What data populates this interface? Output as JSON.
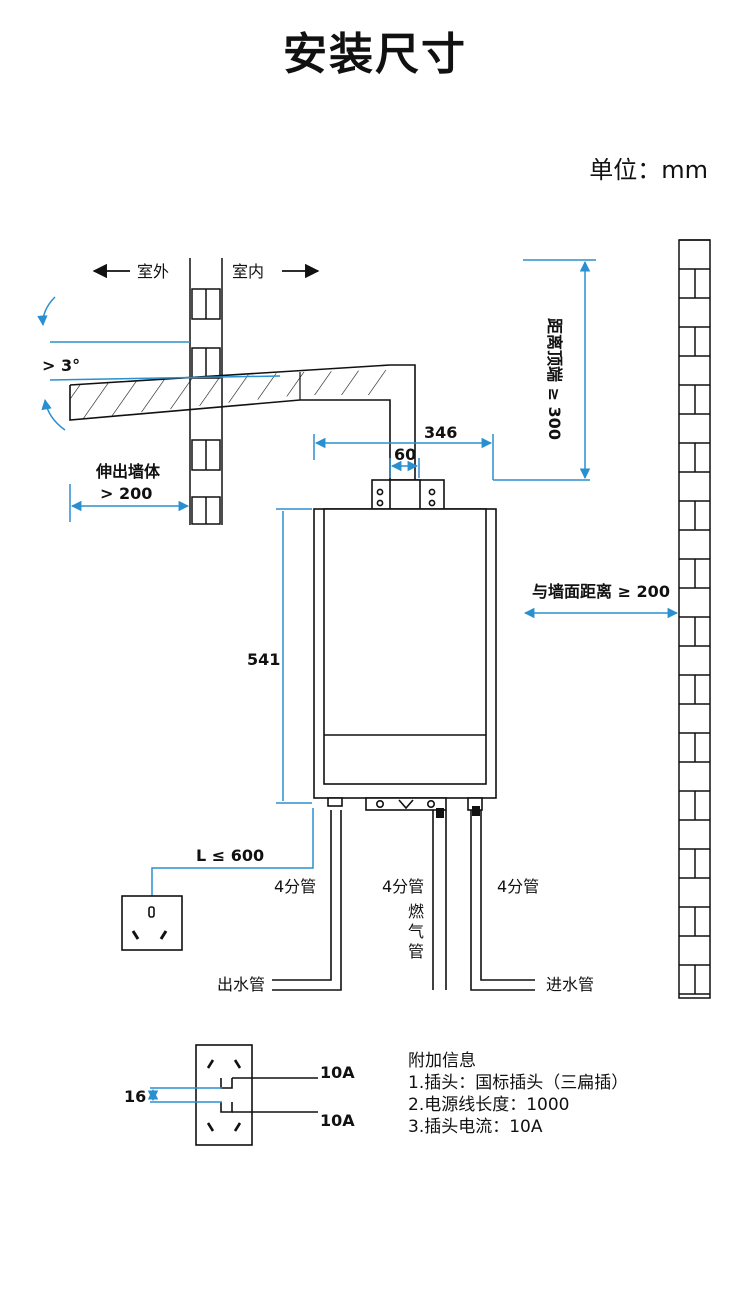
{
  "title": "安装尺寸",
  "unit": "单位：mm",
  "labels": {
    "outdoor": "室外",
    "indoor": "室内",
    "slope": "> 3°",
    "extend_1": "伸出墙体",
    "extend_2": "> 200",
    "dim_346": "346",
    "dim_60": "60",
    "dim_541": "541",
    "top_clearance": "距离顶端 ≥ 300",
    "wall_clearance": "与墙面距离 ≥ 200",
    "cable": "L ≤ 600",
    "pipe_left": "4分管",
    "pipe_mid": "4分管",
    "pipe_right": "4分管",
    "gas_1": "燃",
    "gas_2": "气",
    "gas_3": "管",
    "outlet": "出水管",
    "inlet": "进水管",
    "plug_top": "10A",
    "plug_bottom": "10A",
    "plug_16": "16"
  },
  "info": {
    "heading": "附加信息",
    "line1": "1.插头：国标插头（三扁插）",
    "line2": "2.电源线长度：1000",
    "line3": "3.插头电流：10A"
  },
  "colors": {
    "accent": "#2a8fcf",
    "line": "#111111"
  }
}
